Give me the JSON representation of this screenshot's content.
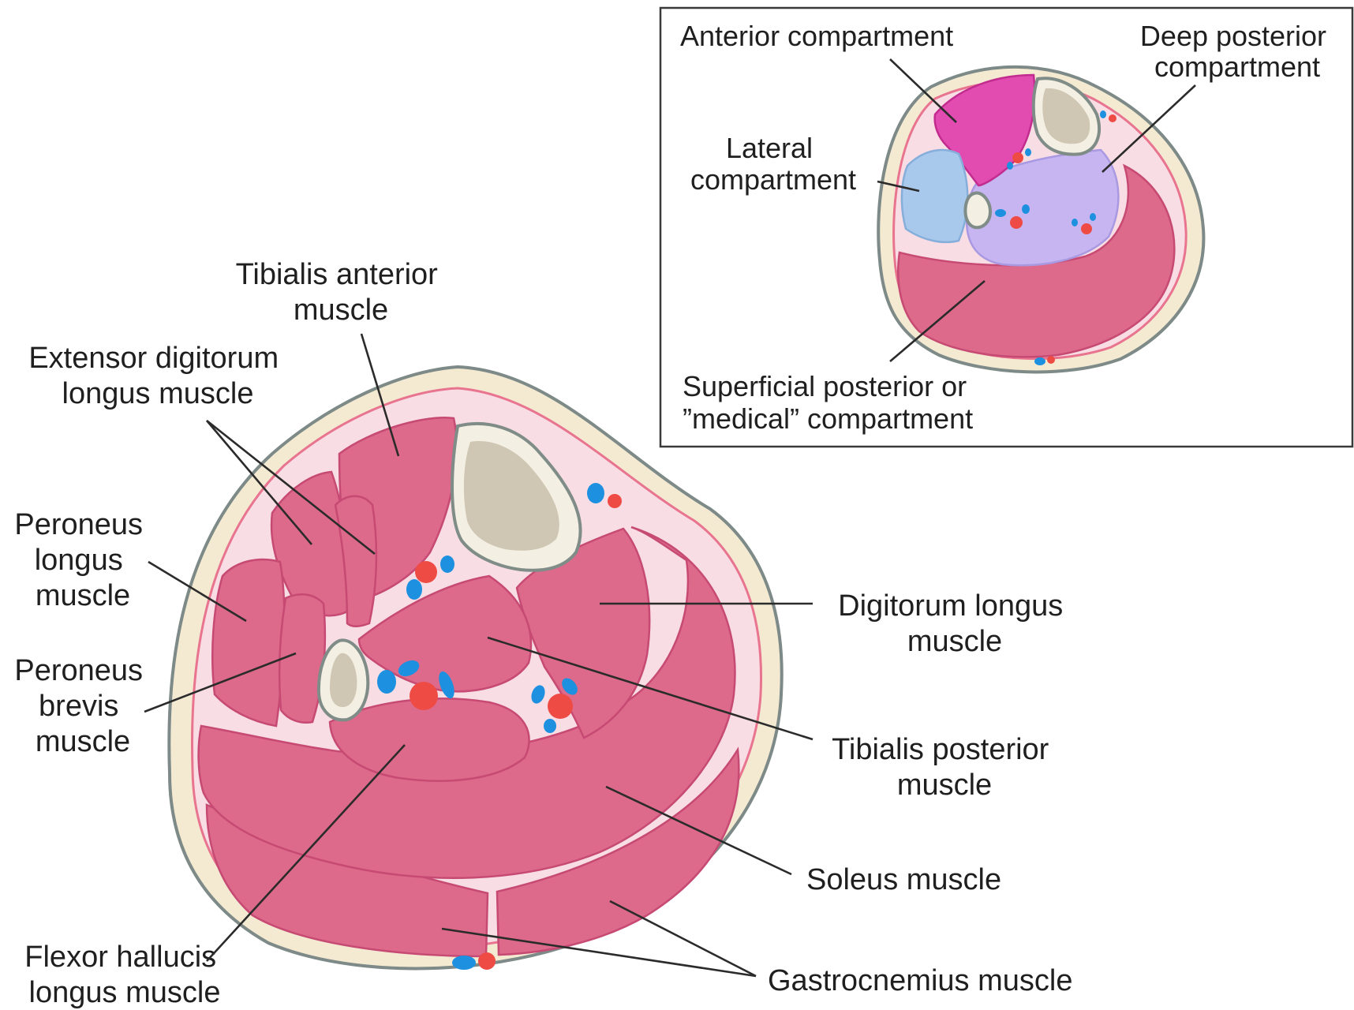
{
  "labels": {
    "tibialis_anterior": [
      "Tibialis anterior",
      "muscle"
    ],
    "extensor_digitorum": [
      "Extensor digitorum",
      "longus muscle"
    ],
    "peroneus_longus": [
      "Peroneus",
      "longus",
      "muscle"
    ],
    "peroneus_brevis": [
      "Peroneus",
      "brevis",
      "muscle"
    ],
    "flexor_hallucis": [
      "Flexor hallucis",
      "longus muscle"
    ],
    "digitorum_longus": [
      "Digitorum longus",
      "muscle"
    ],
    "tibialis_posterior": [
      "Tibialis posterior",
      "muscle"
    ],
    "soleus": "Soleus muscle",
    "gastrocnemius": "Gastrocnemius muscle"
  },
  "inset": {
    "anterior": "Anterior compartment",
    "deep_posterior": [
      "Deep posterior",
      "compartment"
    ],
    "lateral": [
      "Lateral",
      "compartment"
    ],
    "superficial": [
      "Superficial posterior or",
      "”medical” compartment"
    ]
  },
  "colors": {
    "muscle": "#dd6a8a",
    "anterior_compartment": "#e24bb0",
    "lateral_compartment": "#a9c9ec",
    "deep_posterior_compartment": "#c6b5f0",
    "artery": "#ef4b45",
    "vein": "#1e90e0",
    "bone": "#f3efe2"
  }
}
